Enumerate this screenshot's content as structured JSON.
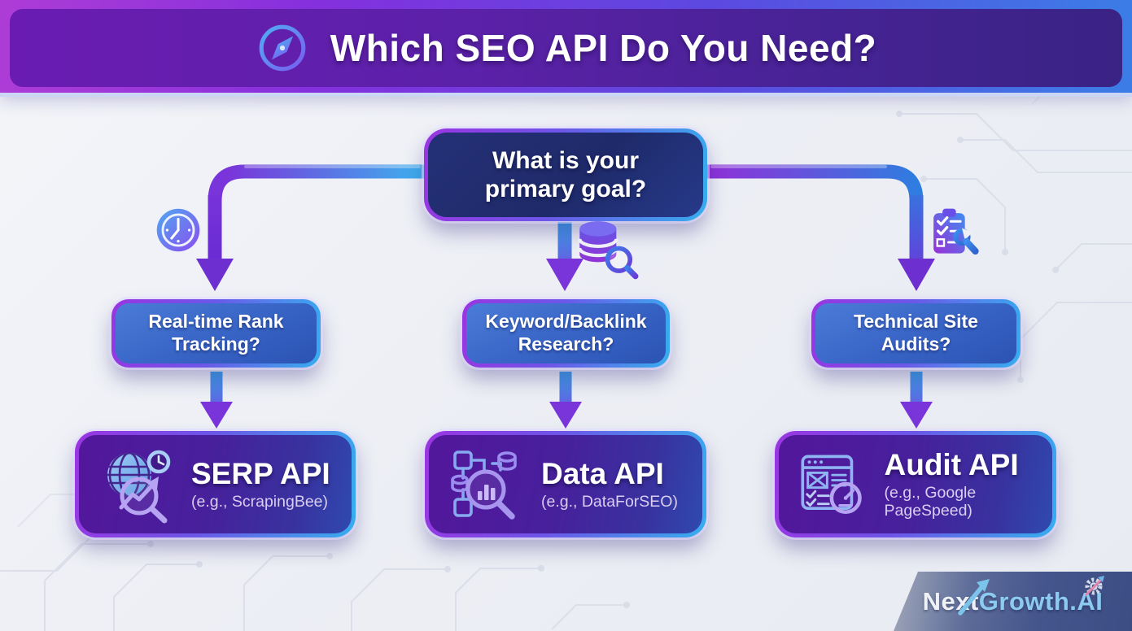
{
  "header": {
    "title": "Which SEO API Do You Need?",
    "icon": "compass-icon"
  },
  "root_question": {
    "text": "What is your primary goal?"
  },
  "branches": [
    {
      "icon": "clock-icon",
      "question": "Real-time Rank Tracking?",
      "api_title": "SERP API",
      "api_example": "(e.g., ScrapingBee)",
      "api_icon": "globe-rank-search-icon"
    },
    {
      "icon": "database-search-icon",
      "question": "Keyword/Backlink Research?",
      "api_title": "Data API",
      "api_example": "(e.g., DataForSEO)",
      "api_icon": "data-network-search-icon"
    },
    {
      "icon": "clipboard-wrench-icon",
      "question": "Technical Site Audits?",
      "api_title": "Audit API",
      "api_example": "(e.g., Google PageSpeed)",
      "api_icon": "site-audit-gauge-icon"
    }
  ],
  "brand": {
    "name_left": "Next",
    "name_right": "Growth.AI",
    "icon": "gear-arrow-icon"
  },
  "colors": {
    "header_gradient_left": "#ae3cd6",
    "header_gradient_right": "#3b7de6",
    "header_fill": "#5b21a8",
    "root_box_navy": "#1e2a69",
    "question_box_blue": "#3a67c8",
    "api_box_purple": "#53179b",
    "border_gradient_purple": "#9a35e2",
    "border_gradient_cyan": "#36aeee",
    "arrow_blue": "#3aa6ea",
    "arrow_purple": "#6d2fd0",
    "subtitle_lavender": "#d9cef2",
    "background": "#eef0f5",
    "circuit_trace": "#d8dce7"
  }
}
